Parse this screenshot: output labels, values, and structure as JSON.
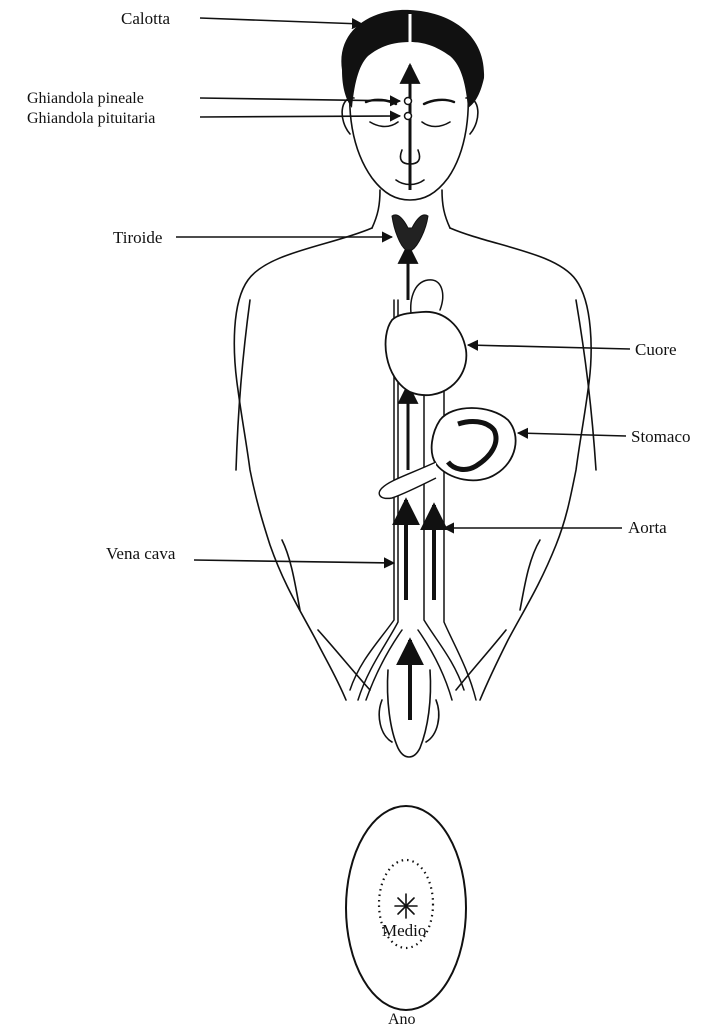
{
  "labels": {
    "calotta": "Calotta",
    "pineale": "Ghiandola pineale",
    "pituitaria": "Ghiandola pituitaria",
    "tiroide": "Tiroide",
    "cuore": "Cuore",
    "stomaco": "Stomaco",
    "aorta": "Aorta",
    "vena_cava": "Vena cava",
    "medio": "Medio",
    "ano": "Ano"
  },
  "colors": {
    "ink": "#111111",
    "background": "#ffffff"
  }
}
